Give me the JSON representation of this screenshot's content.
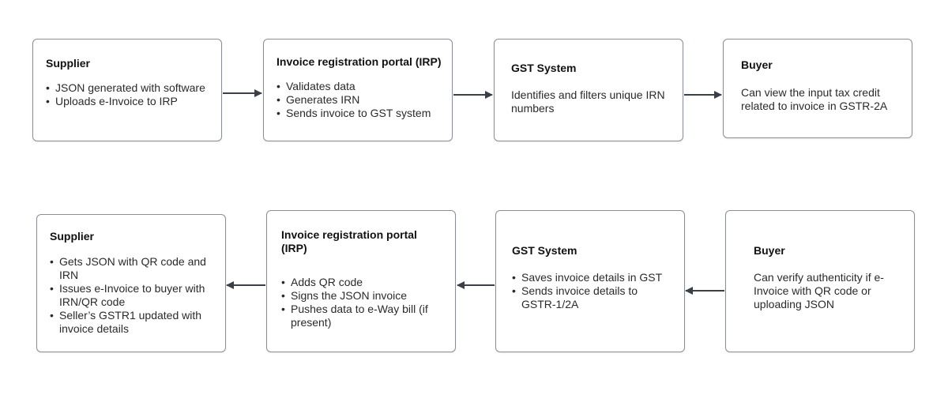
{
  "top_row": [
    {
      "title": "Supplier",
      "items": [
        "JSON generated with software",
        "Uploads e-Invoice to IRP"
      ]
    },
    {
      "title": "Invoice registration portal (IRP)",
      "items": [
        "Validates data",
        "Generates IRN",
        "Sends invoice to GST system"
      ]
    },
    {
      "title": "GST System",
      "text": "Identifies and filters unique IRN numbers"
    },
    {
      "title": "Buyer",
      "text": "Can view the input tax credit related to invoice in GSTR-2A"
    }
  ],
  "bottom_row": [
    {
      "title": "Supplier",
      "items": [
        "Gets JSON with QR code and IRN",
        "Issues e-Invoice to buyer with IRN/QR code",
        "Seller’s GSTR1 updated with invoice details"
      ]
    },
    {
      "title": "Invoice registration portal (IRP)",
      "items": [
        "Adds QR code",
        "Signs the JSON invoice",
        "Pushes data to e-Way bill (if present)"
      ]
    },
    {
      "title": "GST System",
      "items": [
        "Saves invoice details in GST",
        "Sends invoice details to GSTR-1/2A"
      ]
    },
    {
      "title": "Buyer",
      "text": "Can verify authenticity if e-Invoice with QR code or uploading JSON"
    }
  ],
  "colors": {
    "arrow": "#3a4048",
    "border": "#8a8f97"
  }
}
